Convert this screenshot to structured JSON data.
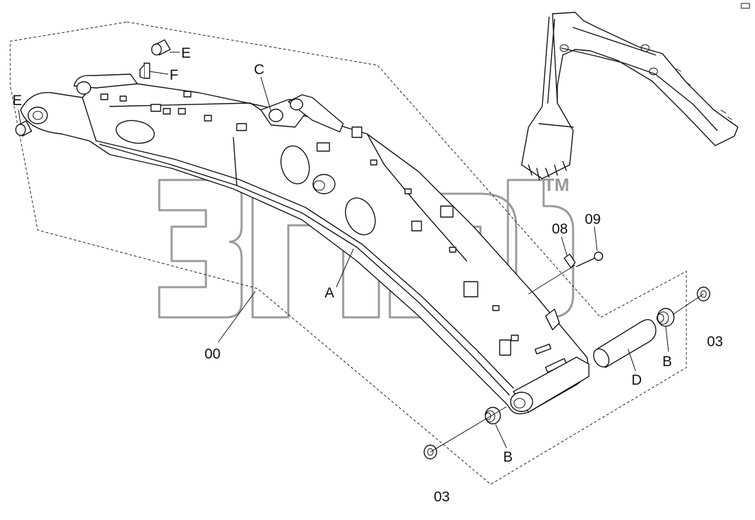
{
  "watermark": {
    "tm": "TM",
    "stroke_color": "#9a9a9a"
  },
  "corner_mark": "",
  "callouts": {
    "e_top": "E",
    "e_left": "E",
    "f": "F",
    "c": "C",
    "a": "A",
    "code_00": "00",
    "code_08": "08",
    "code_09": "09",
    "d": "D",
    "b_right": "B",
    "b_bottom": "B",
    "code_03_right": "03",
    "code_03_bottom": "03"
  },
  "parts": [
    {
      "id": "boom",
      "label": "00"
    },
    {
      "id": "weld-seam",
      "label": "A"
    },
    {
      "id": "bushing-upper",
      "label": "E"
    },
    {
      "id": "bushing-left",
      "label": "E"
    },
    {
      "id": "bracket",
      "label": "F"
    },
    {
      "id": "pin-boss",
      "label": "C"
    },
    {
      "id": "plate",
      "label": "08"
    },
    {
      "id": "bolt",
      "label": "09"
    },
    {
      "id": "pin",
      "label": "D"
    },
    {
      "id": "bushing-B",
      "label": "B"
    },
    {
      "id": "washer",
      "label": "03"
    }
  ]
}
